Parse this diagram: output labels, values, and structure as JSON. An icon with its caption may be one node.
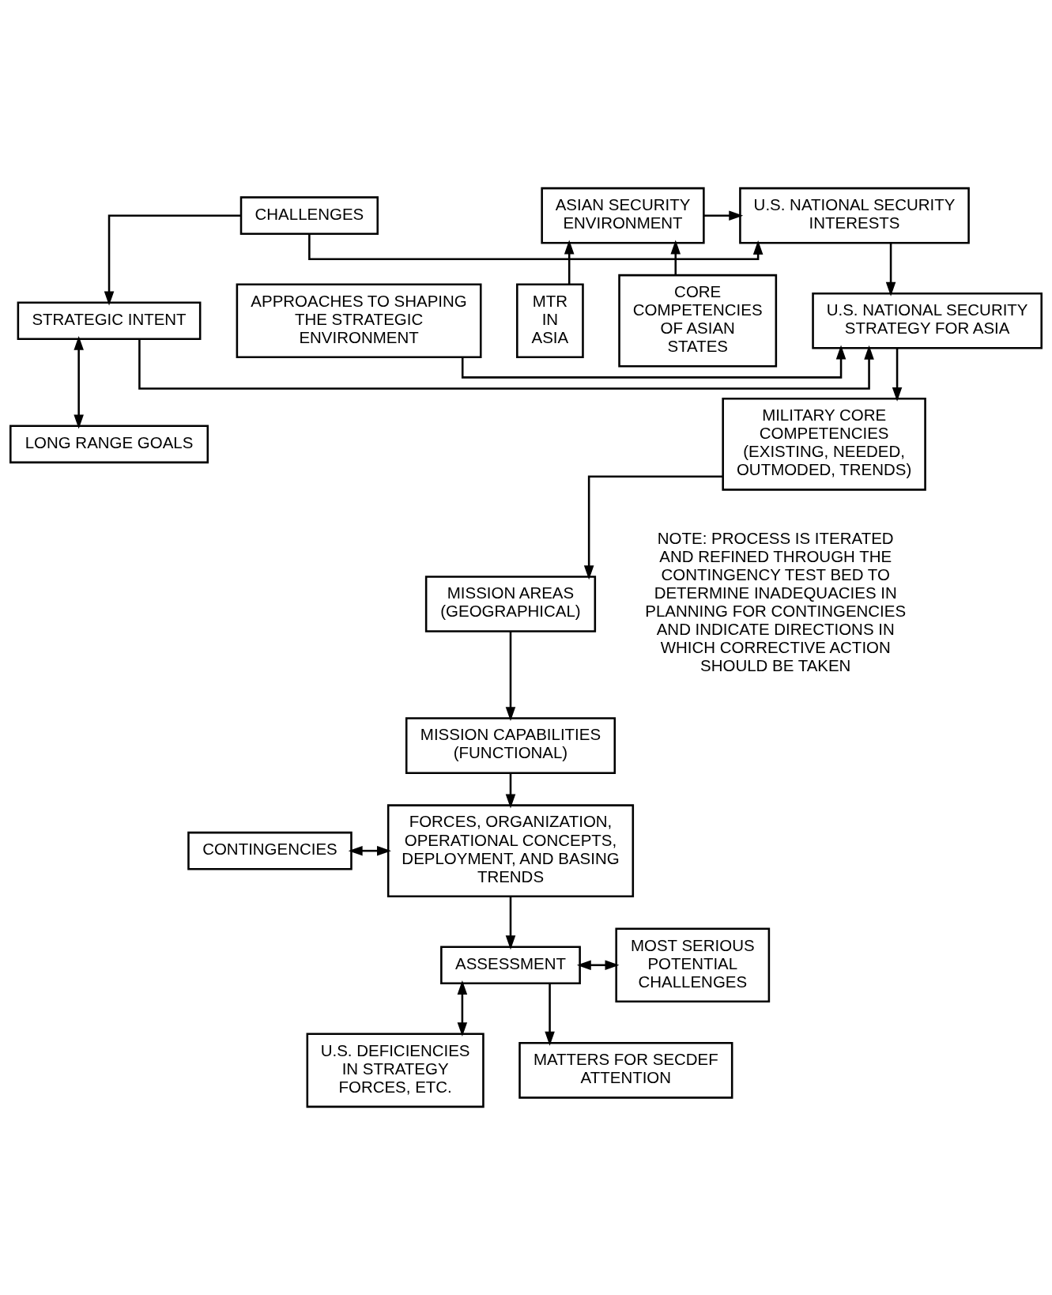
{
  "diagram": {
    "nodes": [
      {
        "text": [
          "CHALLENGES"
        ]
      },
      {
        "text": [
          "U.S. NATIONAL SECURITY INTERESTS"
        ]
      },
      {
        "text": [
          "ASIAN SECURITY ENVIRONMENT"
        ]
      },
      {
        "text": [
          "MTR IN ASIA"
        ]
      },
      {
        "text": [
          "CORE COMPETENCIES OF ASIAN STATES"
        ]
      },
      {
        "text": [
          "STRATEGIC INTENT"
        ]
      },
      {
        "text": [
          "U.S. NATIONAL SECURITY STRATEGY FOR ASIA"
        ]
      },
      {
        "text": [
          "APPROACHES TO SHAPING THE STRATEGIC ENVIRONMENT"
        ]
      },
      {
        "text": [
          "LONG RANGE GOALS"
        ]
      },
      {
        "text": [
          "MILITARY CORE COMPETENCIES (EXISTING, NEEDED, OUTMODED, TRENDS)"
        ]
      },
      {
        "text": [
          "MISSION AREAS (GEOGRAPHICAL)"
        ]
      },
      {
        "text": [
          "MISSION CAPABILITIES (FUNCTIONAL)"
        ]
      },
      {
        "text": [
          "CONTINGENCIES"
        ]
      },
      {
        "text": [
          "FORCES, ORGANIZATION, OPERATIONAL CONCEPTS, DEPLOYMENT, AND BASING TRENDS"
        ]
      },
      {
        "text": [
          "MOST SERIOUS POTENTIAL CHALLENGES"
        ]
      },
      {
        "text": [
          "ASSESSMENT"
        ]
      },
      {
        "text": [
          "U.S. DEFICIENCIES IN STRATEGY FORCES, ETC."
        ]
      },
      {
        "text": [
          "MATTERS FOR SECDEF ATTENTION"
        ]
      }
    ],
    "edges": [
      {
        "from": 0,
        "to": 1,
        "arrow": "to"
      },
      {
        "from": 2,
        "to": 1,
        "arrow": "to"
      },
      {
        "from": 3,
        "to": 2,
        "arrow": "to"
      },
      {
        "from": 4,
        "to": 2,
        "arrow": "to"
      },
      {
        "from": 0,
        "to": 5,
        "arrow": "to"
      },
      {
        "from": 1,
        "to": 6,
        "arrow": "to"
      },
      {
        "from": 5,
        "to": 6,
        "arrow": "to"
      },
      {
        "from": 7,
        "to": 6,
        "arrow": "to"
      },
      {
        "from": 5,
        "to": 8,
        "arrow": "both"
      },
      {
        "from": 6,
        "to": 9,
        "arrow": "to"
      },
      {
        "from": 9,
        "to": 10,
        "arrow": "to"
      },
      {
        "from": 10,
        "to": 11,
        "arrow": "to"
      },
      {
        "from": 11,
        "to": 13,
        "arrow": "to"
      },
      {
        "from": 12,
        "to": 13,
        "arrow": "both"
      },
      {
        "from": 13,
        "to": 15,
        "arrow": "to"
      },
      {
        "from": 15,
        "to": 14,
        "arrow": "both"
      },
      {
        "from": 15,
        "to": 16,
        "arrow": "both"
      },
      {
        "from": 15,
        "to": 17,
        "arrow": "to"
      }
    ],
    "labels": [
      "NOTE: PROCESS IS ITERATED AND REFINED THROUGH THE CONTINGENCY TEST BED TO DETERMINE INADEQUACIES IN PLANNING FOR CONTINGENCIES AND INDICATE DIRECTIONS IN WHICH CORRECTIVE ACTION SHOULD BE TAKEN"
    ]
  }
}
